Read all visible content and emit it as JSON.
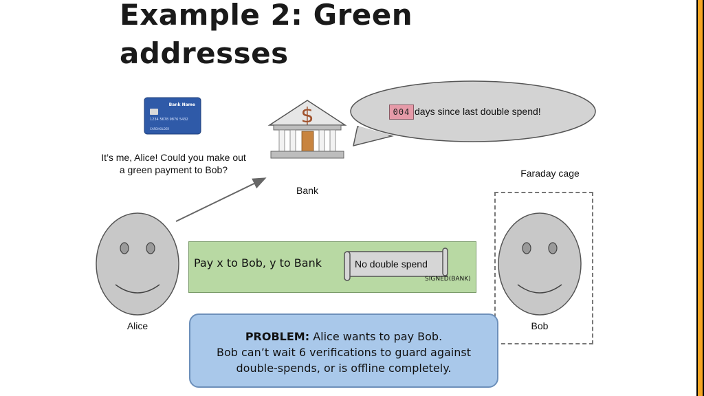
{
  "title": {
    "line1": "Example 2: Green",
    "line2": "addresses"
  },
  "card": {
    "bank_name": "Bank Name",
    "number": "1234 5678 9876 5432",
    "holder": "CARDHOLDER"
  },
  "bank": {
    "symbol": "$",
    "label": "Bank"
  },
  "speech_bubble": {
    "counter": "004",
    "text": "days since last double spend!"
  },
  "alice": {
    "speech_line1": "It’s me, Alice! Could you make out",
    "speech_line2": "a green payment to Bob?",
    "label": "Alice"
  },
  "bob": {
    "label": "Bob"
  },
  "faraday_cage": {
    "label": "Faraday cage"
  },
  "transaction": {
    "text": "Pay x to Bob, y to Bank",
    "scroll_text": "No double spend",
    "signed": "SIGNED(BANK)"
  },
  "problem": {
    "heading": "PROBLEM:",
    "line1": "Alice wants to pay Bob.",
    "line2": "Bob can’t wait 6 verifications to guard against",
    "line3": "double-spends, or is offline completely."
  },
  "colors": {
    "accent_bar": "#f5a623",
    "face": "#c8c8c8",
    "tx_box": "#b8d9a3",
    "problem_box": "#a9c8ea",
    "counter": "#e59aa8",
    "bubble": "#d3d3d3"
  }
}
